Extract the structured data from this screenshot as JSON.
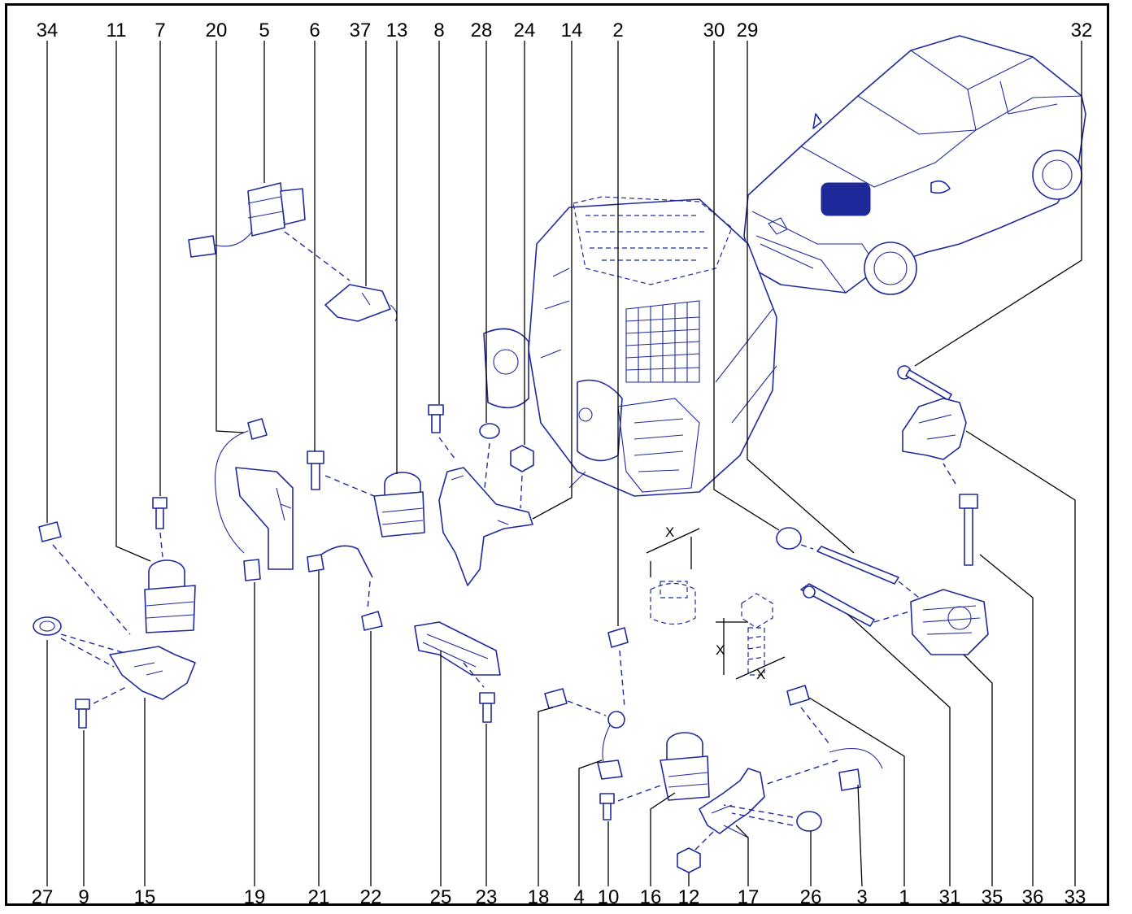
{
  "callouts_top": [
    {
      "label": "34"
    },
    {
      "label": "11"
    },
    {
      "label": "7"
    },
    {
      "label": "20"
    },
    {
      "label": "5"
    },
    {
      "label": "6"
    },
    {
      "label": "37"
    },
    {
      "label": "13"
    },
    {
      "label": "8"
    },
    {
      "label": "28"
    },
    {
      "label": "24"
    },
    {
      "label": "14"
    },
    {
      "label": "2"
    },
    {
      "label": "30"
    },
    {
      "label": "29"
    },
    {
      "label": "32"
    }
  ],
  "callouts_bottom": [
    {
      "label": "27"
    },
    {
      "label": "9"
    },
    {
      "label": "15"
    },
    {
      "label": "19"
    },
    {
      "label": "21"
    },
    {
      "label": "22"
    },
    {
      "label": "25"
    },
    {
      "label": "23"
    },
    {
      "label": "18"
    },
    {
      "label": "4"
    },
    {
      "label": "10"
    },
    {
      "label": "16"
    },
    {
      "label": "12"
    },
    {
      "label": "17"
    },
    {
      "label": "26"
    },
    {
      "label": "3"
    },
    {
      "label": "1"
    },
    {
      "label": "31"
    },
    {
      "label": "35"
    },
    {
      "label": "36"
    },
    {
      "label": "33"
    }
  ],
  "dimension_labels": {
    "x_nut_top": "X",
    "x_bolt_side": "X",
    "x_bolt_bottom": "X"
  },
  "colors": {
    "line_art": "#1f2a9a",
    "callout_text": "#000000",
    "frame": "#000000"
  }
}
